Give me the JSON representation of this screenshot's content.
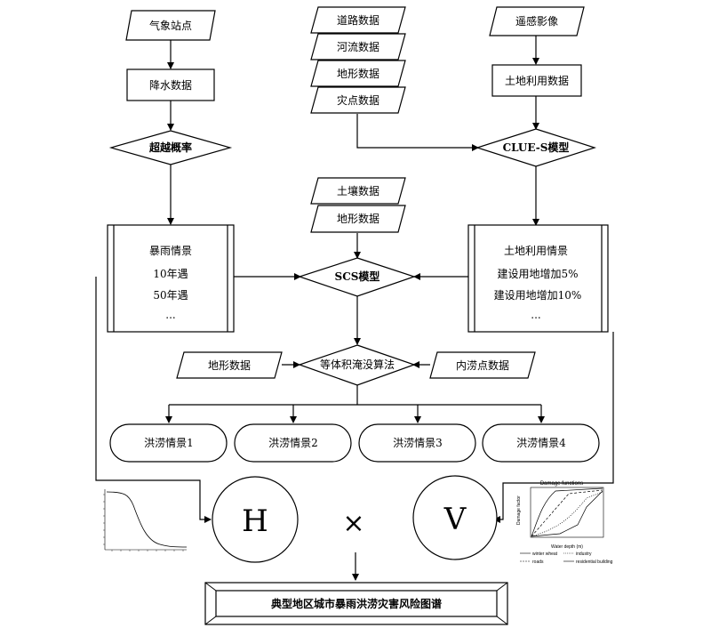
{
  "inputs": {
    "weather_stations": "气象站点",
    "road_data": "道路数据",
    "river_data": "河流数据",
    "terrain_data_top": "地形数据",
    "disaster_points": "灾点数据",
    "remote_sensing": "遥感影像",
    "soil_data": "土壤数据",
    "terrain_data_mid": "地形数据",
    "terrain_data_left": "地形数据",
    "waterlog_points": "内涝点数据"
  },
  "process": {
    "rainfall_data": "降水数据",
    "landuse_data": "土地利用数据"
  },
  "decisions": {
    "exceedance": "超越概率",
    "clue_s": "CLUE-S模型",
    "scs": "SCS模型",
    "inundation": "等体积淹没算法"
  },
  "rainstorm": {
    "title": "暴雨情景",
    "items": [
      "10年遇",
      "50年遇",
      "..."
    ]
  },
  "landuse": {
    "title": "土地利用情景",
    "items": [
      "建设用地增加5%",
      "建设用地增加10%",
      "..."
    ]
  },
  "flood_scenarios": [
    "洪涝情景1",
    "洪涝情景2",
    "洪涝情景3",
    "洪涝情景4"
  ],
  "risk": {
    "hazard": "H",
    "times": "×",
    "vulnerability": "V"
  },
  "output": "典型地区城市暴雨洪涝灾害风险图谱",
  "damage_plot": {
    "title": "Damage functions",
    "ylabel": "Damage factor",
    "xlabel": "Water depth (m)",
    "legend": [
      "winter wheat",
      "roads",
      "industry",
      "residential building"
    ]
  },
  "colors": {
    "stroke": "#000000",
    "background": "#ffffff"
  }
}
